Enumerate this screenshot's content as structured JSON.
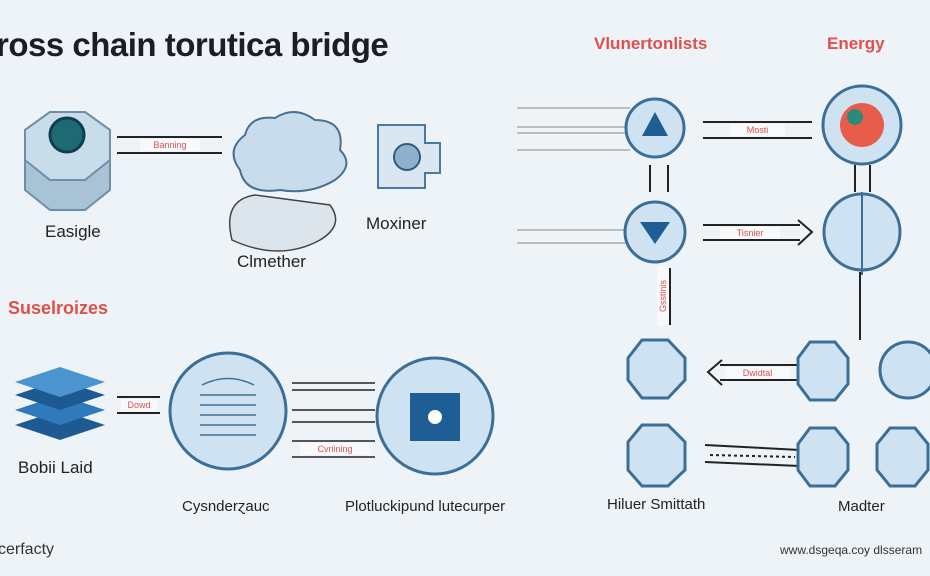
{
  "title": "ross chain torutica bridge",
  "headings": {
    "vulnerabilities": "Vlunertonlists",
    "energy": "Energy",
    "subsection": "Suselroizes"
  },
  "nodes": {
    "eagle": "Easigle",
    "cloud": "Clmether",
    "mox": "Moxiner",
    "layers": "Bobii Laid",
    "cylinder": "Cysnderɀauc",
    "burst": "Plotluckipund lutecurper",
    "hilver": "Hiluer Smittath",
    "madter": "Madter"
  },
  "connector_labels": {
    "banning": "Banning",
    "mosti": "Mosti",
    "tisnier": "Tisnier",
    "dowd": "Dowd",
    "combining": "Cvriining",
    "dwidtal": "Dwidtal",
    "gsstinis": "Gsstinis"
  },
  "footer": {
    "left": "cerfacty",
    "right": "www.dsgeqa.coy dlsseram"
  },
  "colors": {
    "accent": "#e0504a",
    "node_fill": "#cfe2f1",
    "node_stroke": "#3c6f98",
    "dark_blue": "#1f5e94"
  }
}
